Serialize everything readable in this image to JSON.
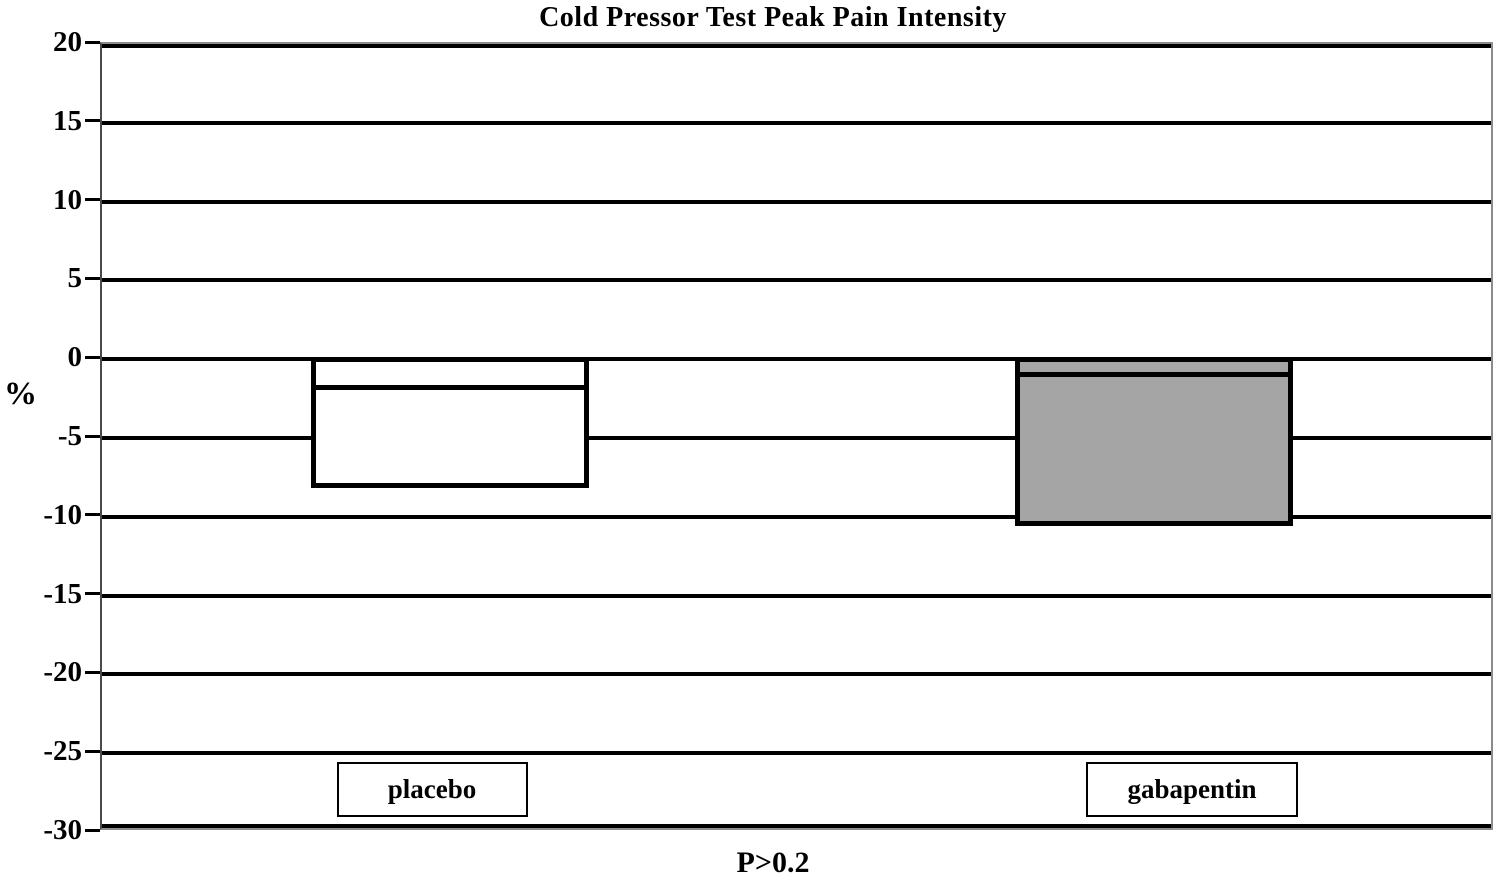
{
  "title": "Cold Pressor Test Peak Pain Intensity",
  "annotation": "P>0.2",
  "y_axis_label": "%",
  "colors": {
    "gridline": "#000000",
    "frame_gray": "#8c8c8c",
    "bar_border": "#000000",
    "placebo_fill": "#ffffff",
    "gabapentin_fill": "#a5a5a5"
  },
  "chart_data": {
    "type": "bar",
    "title": "Cold Pressor Test Peak Pain Intensity",
    "ylabel": "%",
    "xlabel": "",
    "categories": [
      "placebo",
      "gabapentin"
    ],
    "values": [
      -8.0,
      -10.4
    ],
    "inner_line_values": [
      -1.8,
      -1.0
    ],
    "bar_fills": [
      "#ffffff",
      "#a5a5a5"
    ],
    "ylim": [
      -30,
      20
    ],
    "yticks": [
      20,
      15,
      10,
      5,
      0,
      -5,
      -10,
      -15,
      -20,
      -25,
      -30
    ],
    "ytick_interval": 5,
    "grid": "horizontal",
    "legend_position": "none",
    "annotation": "P>0.2"
  }
}
